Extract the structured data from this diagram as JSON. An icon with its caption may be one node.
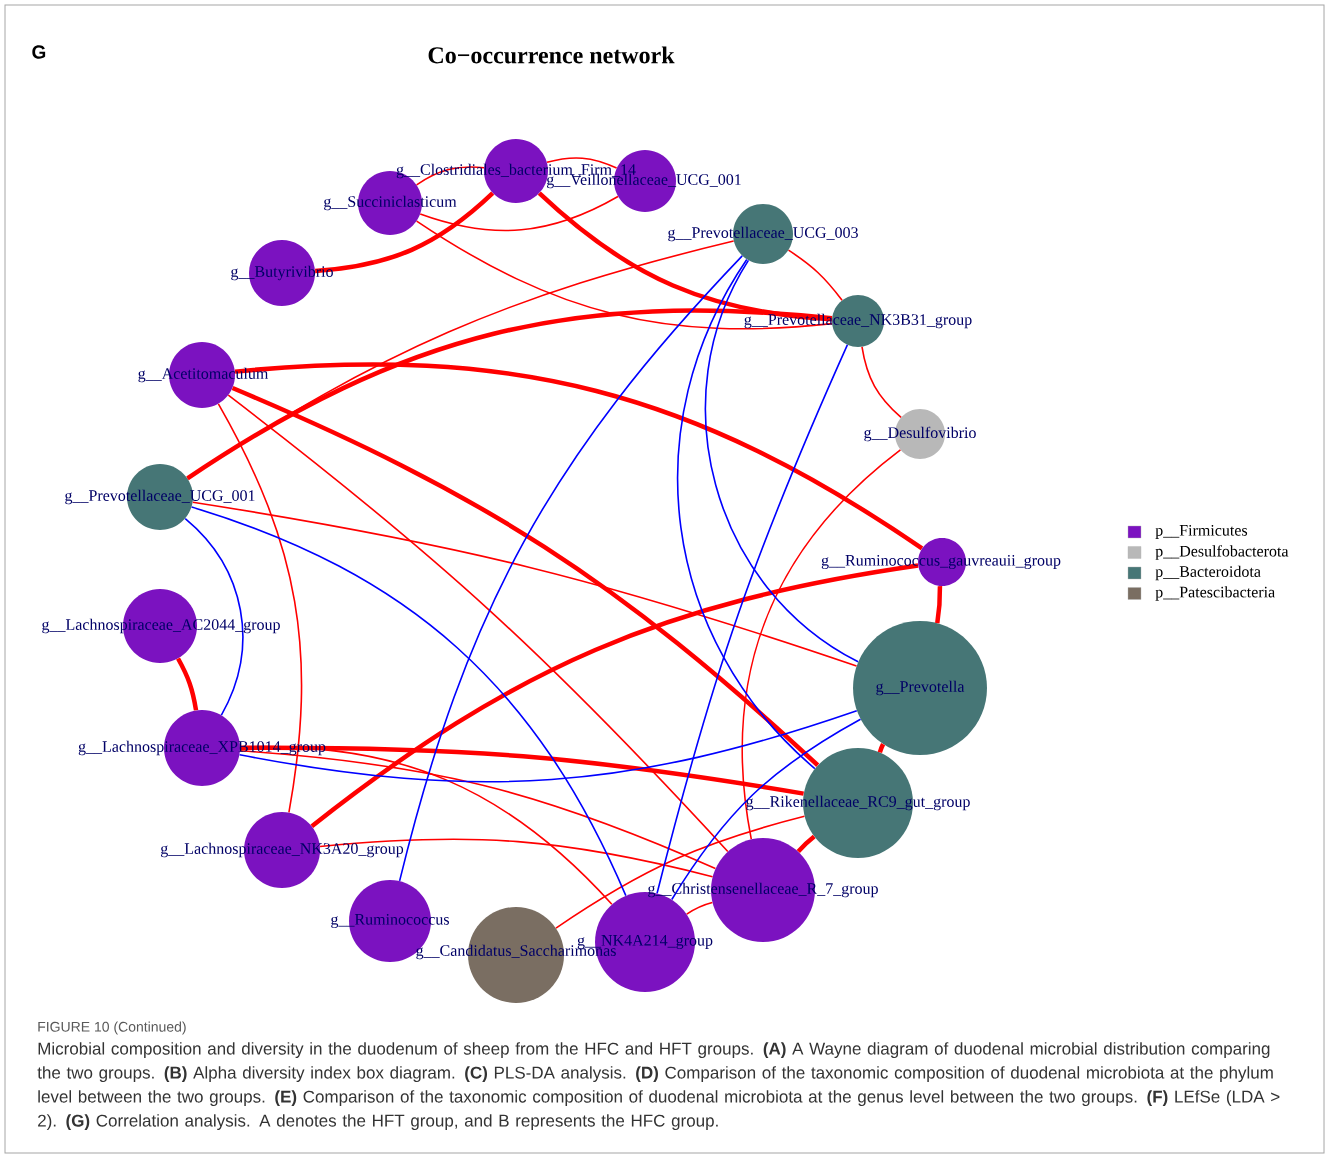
{
  "diagram": {
    "title": "Co−occurrence network",
    "caption": "Microbial composition and diversity in the duodenum of sheep from the HFC and HFT groups. **(A)** A Wayne diagram of duodenal microbial distribution comparing the two groups. **(B)** Alpha diversity index box diagram. **(C)** PLS-DA analysis. **(D)** Comparison of the taxonomic composition of duodenal microbiota at the phylum level between the two groups. **(E)** Comparison of the taxonomic composition of duodenal microbiota at the genus level between the two groups. **(F)** LEfSe (LDA > 2). **(G)** Correlation analysis. A denotes the HFT group, and B represents the HFC group.",
    "nodes": [
      {
        "text": [
          "g__Clostridiales_bacterium_Firm_14"
        ]
      },
      {
        "text": [
          "g__Veillonellaceae_UCG_001"
        ]
      },
      {
        "text": [
          "g__Succiniclasticum"
        ]
      },
      {
        "text": [
          "g__Prevotellaceae_UCG_003"
        ]
      },
      {
        "text": [
          "g__Butyrivibrio"
        ]
      },
      {
        "text": [
          "g__Prevotellaceae_NK3B31_group"
        ]
      },
      {
        "text": [
          "g__Acetitomaculum"
        ]
      },
      {
        "text": [
          "g__Desulfovibrio"
        ]
      },
      {
        "text": [
          "g__Prevotellaceae_UCG_001"
        ]
      },
      {
        "text": [
          "g__Ruminococcus_gauvreauii_group"
        ]
      },
      {
        "text": [
          "g__Lachnospiraceae_AC2044_group"
        ]
      },
      {
        "text": [
          "g__Prevotella"
        ]
      },
      {
        "text": [
          "g__Lachnospiraceae_XPB1014_group"
        ]
      },
      {
        "text": [
          "g__Rikenellaceae_RC9_gut_group"
        ]
      },
      {
        "text": [
          "g__Lachnospiraceae_NK3A20_group"
        ]
      },
      {
        "text": [
          "g__Christensenellaceae_R_7_group"
        ]
      },
      {
        "text": [
          "g__Ruminococcus"
        ]
      },
      {
        "text": [
          "g__Candidatus_Saccharimonas"
        ]
      },
      {
        "text": [
          "g__NK4A214_group"
        ]
      }
    ],
    "edges": [
      {
        "from": 0,
        "to": 1,
        "arrow": "none"
      },
      {
        "from": 0,
        "to": 2,
        "arrow": "none"
      },
      {
        "from": 2,
        "to": 1,
        "arrow": "none"
      },
      {
        "from": 4,
        "to": 0,
        "arrow": "none",
        "style": "thick"
      },
      {
        "from": 0,
        "to": 5,
        "arrow": "none",
        "style": "thick"
      },
      {
        "from": 2,
        "to": 5,
        "arrow": "none"
      },
      {
        "from": 3,
        "to": 8,
        "arrow": "none"
      },
      {
        "from": 3,
        "to": 5,
        "arrow": "none"
      },
      {
        "from": 5,
        "to": 7,
        "arrow": "none"
      },
      {
        "from": 5,
        "to": 8,
        "arrow": "none",
        "style": "thick"
      },
      {
        "from": 6,
        "to": 9,
        "arrow": "none",
        "style": "thick"
      },
      {
        "from": 6,
        "to": 13,
        "arrow": "none",
        "style": "thick"
      },
      {
        "from": 6,
        "to": 15,
        "arrow": "none"
      },
      {
        "from": 6,
        "to": 14,
        "arrow": "none"
      },
      {
        "from": 8,
        "to": 11,
        "arrow": "none"
      },
      {
        "from": 7,
        "to": 15,
        "arrow": "none"
      },
      {
        "from": 9,
        "to": 11,
        "arrow": "none",
        "style": "thick"
      },
      {
        "from": 14,
        "to": 9,
        "arrow": "none",
        "style": "thick"
      },
      {
        "from": 10,
        "to": 12,
        "arrow": "none",
        "style": "thick"
      },
      {
        "from": 12,
        "to": 13,
        "arrow": "none",
        "style": "thick"
      },
      {
        "from": 12,
        "to": 15,
        "arrow": "none"
      },
      {
        "from": 12,
        "to": 18,
        "arrow": "none"
      },
      {
        "from": 14,
        "to": 15,
        "arrow": "none"
      },
      {
        "from": 17,
        "to": 13,
        "arrow": "none"
      },
      {
        "from": 18,
        "to": 15,
        "arrow": "none"
      },
      {
        "from": 15,
        "to": 13,
        "arrow": "none",
        "style": "thick"
      },
      {
        "from": 13,
        "to": 11,
        "arrow": "none",
        "style": "thick"
      },
      {
        "from": 3,
        "to": 13,
        "arrow": "none",
        "color": "#0000ff"
      },
      {
        "from": 3,
        "to": 11,
        "arrow": "none",
        "color": "#0000ff"
      },
      {
        "from": 5,
        "to": 18,
        "arrow": "none",
        "color": "#0000ff"
      },
      {
        "from": 8,
        "to": 12,
        "arrow": "none",
        "color": "#0000ff"
      },
      {
        "from": 8,
        "to": 18,
        "arrow": "none",
        "color": "#0000ff"
      },
      {
        "from": 12,
        "to": 11,
        "arrow": "none",
        "color": "#0000ff"
      },
      {
        "from": 16,
        "to": 3,
        "arrow": "none",
        "color": "#0000ff"
      },
      {
        "from": 18,
        "to": 11,
        "arrow": "none",
        "color": "#0000ff"
      }
    ],
    "labels": [
      "G",
      "FIGURE 10 (Continued)"
    ],
    "legend": [
      {
        "text": "p__Firmicutes",
        "color": "#7b12c0"
      },
      {
        "text": "p__Desulfobacterota",
        "color": "#b8b8b8"
      },
      {
        "text": "p__Bacteroidota",
        "color": "#467676"
      },
      {
        "text": "p__Patescibacteria",
        "color": "#7a6e62"
      }
    ]
  }
}
